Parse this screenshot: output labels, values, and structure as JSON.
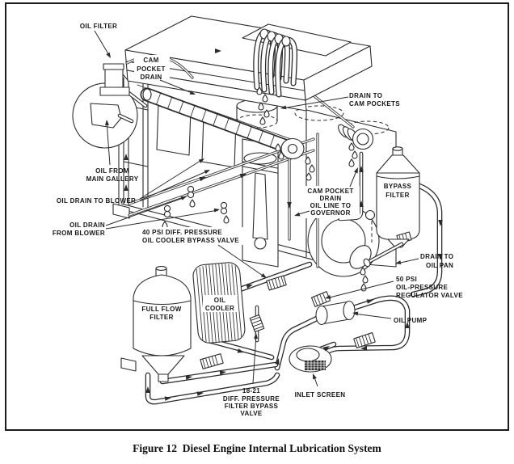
{
  "page": {
    "paper": "#ffffff",
    "ink": "#2b2b2b"
  },
  "figure": {
    "caption": "Figure 12  Diesel Engine Internal Lubrication System"
  },
  "labels": {
    "oil_filter": [
      "OIL FILTER"
    ],
    "cam_pocket_drain": [
      "CAM",
      "POCKET",
      "DRAIN"
    ],
    "drain_to_cam_pockets": [
      "DRAIN TO",
      "CAM POCKETS"
    ],
    "oil_from_main_gallery": [
      "OIL FROM",
      "MAIN GALLERY"
    ],
    "oil_drain_to_blower": [
      "OIL DRAIN TO BLOWER"
    ],
    "oil_drain_from_blower": [
      "OIL DRAIN",
      "FROM BLOWER"
    ],
    "oil_cooler_bypass_valve": [
      "40 PSI DIFF. PRESSURE",
      "OIL COOLER BYPASS VALVE"
    ],
    "cam_pocket_drain_oil_line_to_governor": [
      "CAM POCKET",
      "DRAIN",
      "OIL LINE TO",
      "GOVERNOR"
    ],
    "bypass_filter": [
      "BYPASS",
      "FILTER"
    ],
    "drain_to_oil_pan": [
      "DRAIN TO",
      "OIL PAN"
    ],
    "oil_pressure_regulator_valve": [
      "50 PSI",
      "OIL-PRESSURE",
      "REGULATOR VALVE"
    ],
    "full_flow_filter": [
      "FULL FLOW",
      "FILTER"
    ],
    "oil_cooler": [
      "OIL",
      "COOLER"
    ],
    "oil_pump": [
      "OIL PUMP"
    ],
    "filter_bypass_valve": [
      "18-21",
      "DIFF. PRESSURE",
      "FILTER BYPASS",
      "VALVE"
    ],
    "inlet_screen": [
      "INLET SCREEN"
    ]
  }
}
